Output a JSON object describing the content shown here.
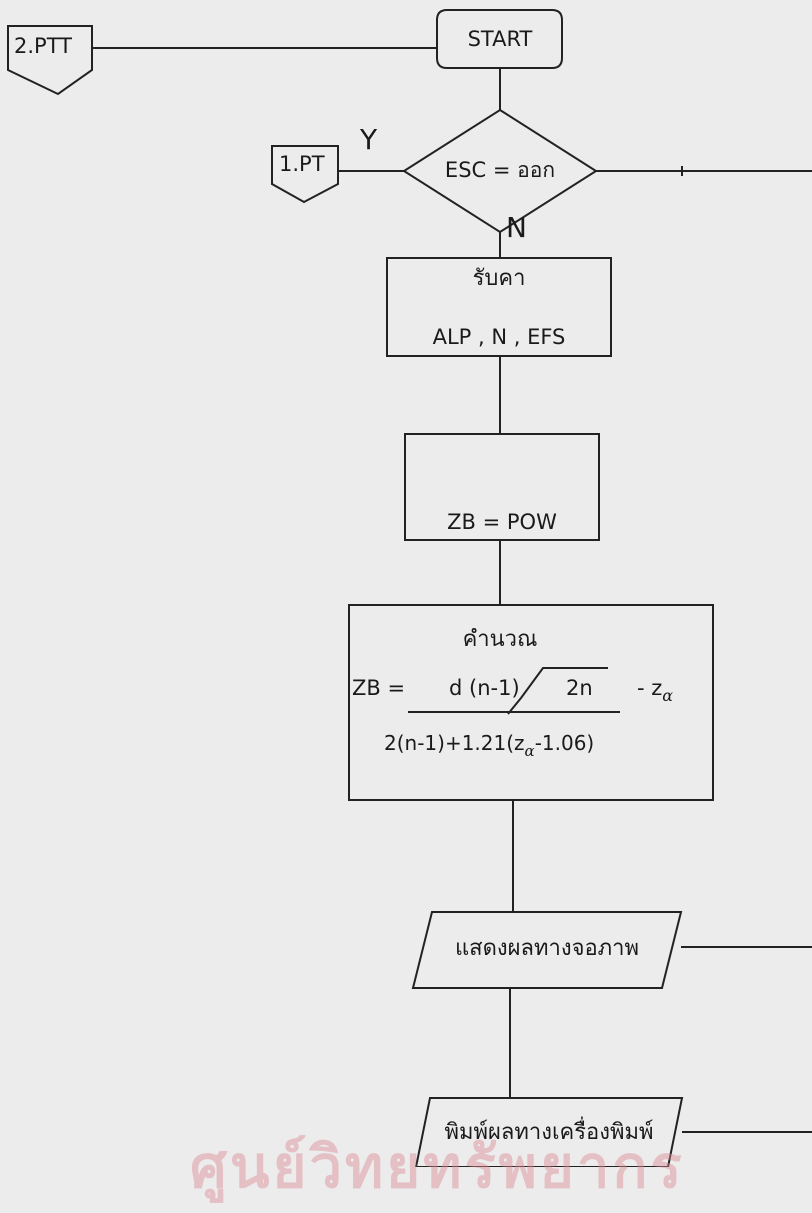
{
  "connectors": {
    "top_left": "2.PTT",
    "mid_left": "1.PT"
  },
  "start": {
    "label": "START"
  },
  "decision": {
    "label": "ESC = ออก",
    "yes": "Y",
    "no": "N"
  },
  "input_block": {
    "title": "รับคา",
    "vars": "ALP , N , EFS"
  },
  "assign_block": {
    "text": "ZB = POW"
  },
  "calc_block": {
    "title": "คำนวณ",
    "lhs": "ZB =",
    "numerator": "d (n-1)",
    "radicand": "2n",
    "minus": "- z",
    "alpha": "α",
    "denominator_a": "2(n-1)+1.21(z",
    "denominator_alpha": "α",
    "denominator_b": "-1.06)"
  },
  "display_output": {
    "label": "แสดงผลทางจอภาพ"
  },
  "print_output": {
    "label": "พิมพ์ผลทางเครื่องพิมพ์"
  },
  "watermark": {
    "text": "ศูนย์วิทยทรัพยากร"
  }
}
